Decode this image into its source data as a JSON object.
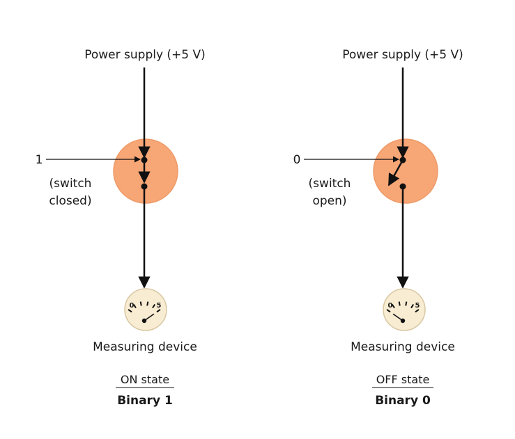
{
  "colors": {
    "switch_fill": "#f7a676",
    "switch_stroke": "#ee9a68",
    "gauge_fill": "#f8ecd2",
    "gauge_stroke": "#d9c7a3",
    "line": "#111111"
  },
  "panels": [
    {
      "power_label": "Power supply (+5 V)",
      "input_value": "1",
      "switch_label_line1": "(switch",
      "switch_label_line2": "closed)",
      "switch_state": "closed",
      "gauge_min": "0",
      "gauge_max": "5",
      "gauge_reading": 5,
      "device_label": "Measuring device",
      "state_label": "ON state",
      "binary_label": "Binary 1"
    },
    {
      "power_label": "Power supply (+5 V)",
      "input_value": "0",
      "switch_label_line1": "(switch",
      "switch_label_line2": "open)",
      "switch_state": "open",
      "gauge_min": "0",
      "gauge_max": "5",
      "gauge_reading": 0,
      "device_label": "Measuring device",
      "state_label": "OFF state",
      "binary_label": "Binary 0"
    }
  ]
}
